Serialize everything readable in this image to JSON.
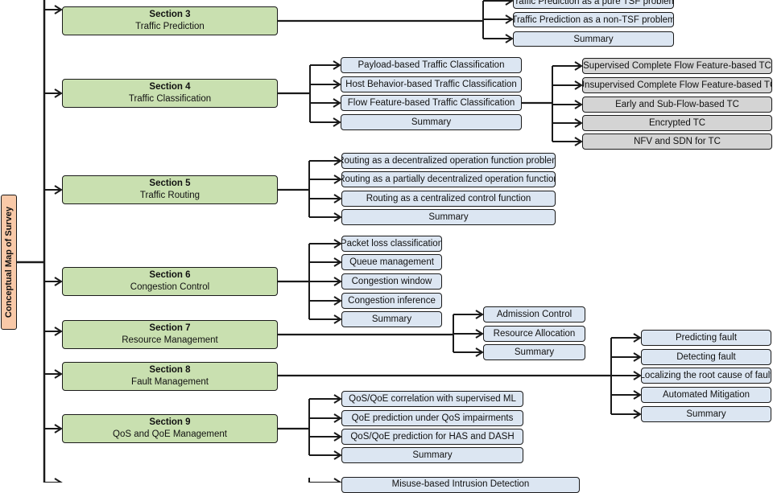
{
  "root": {
    "label": "Conceptual Map of Survey"
  },
  "sections": [
    {
      "id": "s3",
      "number": "Section 3",
      "title": "Traffic Prediction",
      "subs": [
        "Traffic Prediction as a pure TSF problem",
        "Traffic Prediction as a non-TSF problem",
        "Summary"
      ]
    },
    {
      "id": "s4",
      "number": "Section 4",
      "title": "Traffic Classification",
      "subs": [
        "Payload-based Traffic Classification",
        "Host Behavior-based Traffic Classification",
        "Flow Feature-based Traffic Classification",
        "Summary"
      ],
      "subsubs": [
        "Supervised Complete Flow Feature-based TC",
        "Unsupervised Complete Flow Feature-based TC",
        "Early and Sub-Flow-based TC",
        "Encrypted TC",
        "NFV and SDN for TC"
      ]
    },
    {
      "id": "s5",
      "number": "Section 5",
      "title": "Traffic Routing",
      "subs": [
        "Routing as a decentralized operation function problem",
        "Routing as a partially decentralized operation function",
        "Routing as a centralized control function",
        "Summary"
      ]
    },
    {
      "id": "s6",
      "number": "Section 6",
      "title": "Congestion Control",
      "subs": [
        "Packet loss classification",
        "Queue management",
        "Congestion window",
        "Congestion inference",
        "Summary"
      ]
    },
    {
      "id": "s7",
      "number": "Section 7",
      "title": "Resource Management",
      "subs": [
        "Admission Control",
        "Resource Allocation",
        "Summary"
      ]
    },
    {
      "id": "s8",
      "number": "Section 8",
      "title": "Fault Management",
      "subs": [
        "Predicting fault",
        "Detecting fault",
        "Localizing the root cause of fault",
        "Automated Mitigation",
        "Summary"
      ]
    },
    {
      "id": "s9",
      "number": "Section 9",
      "title": "QoS and QoE Management",
      "subs": [
        "QoS/QoE correlation with supervised ML",
        "QoE prediction under QoS impairments",
        "QoS/QoE prediction for HAS and DASH",
        "Summary"
      ]
    }
  ],
  "next_section_partial": "Misuse-based Intrusion Detection",
  "colors": {
    "section": "#c9e0b0",
    "subtopic": "#dce6f2",
    "subsubtopic": "#d4d4d4",
    "root": "#f9c9a8",
    "line": "#1a1a1a"
  }
}
